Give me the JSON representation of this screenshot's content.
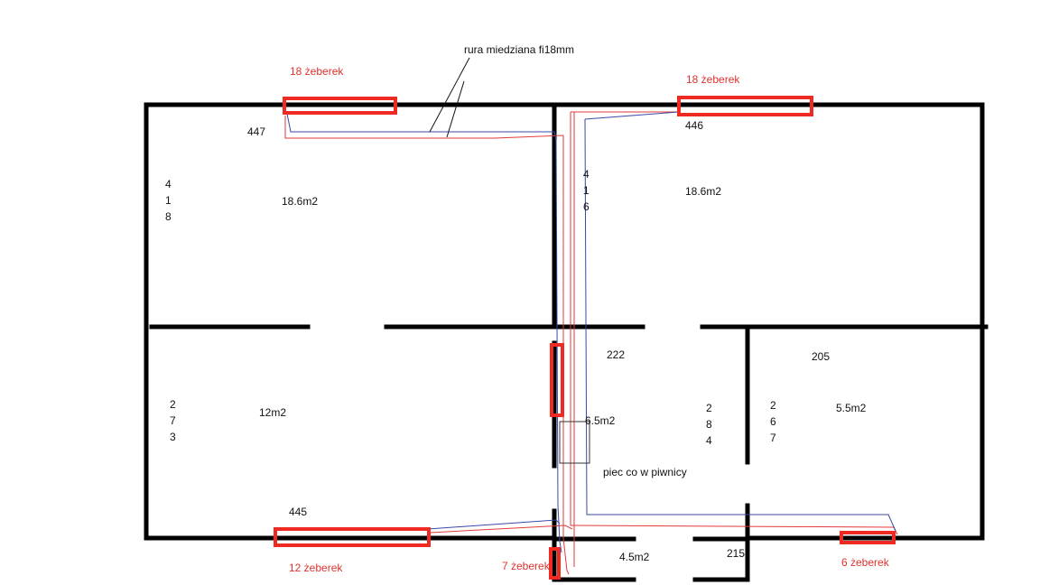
{
  "pipe_label": "rura miedziana fi18mm",
  "radiators": [
    {
      "label": "18 żeberek"
    },
    {
      "label": "18 żeberek"
    },
    {
      "label": "12 żeberek"
    },
    {
      "label": "7 żeberek"
    },
    {
      "label": "6 żeberek"
    }
  ],
  "rooms": [
    {
      "area": "18.6m2",
      "top_dim": "447",
      "side_dim": [
        "4",
        "1",
        "8"
      ]
    },
    {
      "area": "18.6m2",
      "top_dim": "446",
      "side_dim": [
        "4",
        "1",
        "6"
      ]
    },
    {
      "area": "12m2",
      "top_dim": "445",
      "side_dim": [
        "2",
        "7",
        "3"
      ]
    },
    {
      "area": "6.5m2",
      "top_dim": "222",
      "side_dim": [
        "2",
        "8",
        "4"
      ]
    },
    {
      "area": "5.5m2",
      "top_dim": "205",
      "side_dim": [
        "2",
        "6",
        "7"
      ]
    },
    {
      "area": "4.5m2",
      "top_dim": "215"
    }
  ],
  "boiler_label": "piec co w piwnicy",
  "colors": {
    "walls": "#000000",
    "radiators": "#ee2a23",
    "supply_pipe": "#e33a3a",
    "return_pipe": "#3a48a8",
    "red_text": "#e0322e"
  }
}
